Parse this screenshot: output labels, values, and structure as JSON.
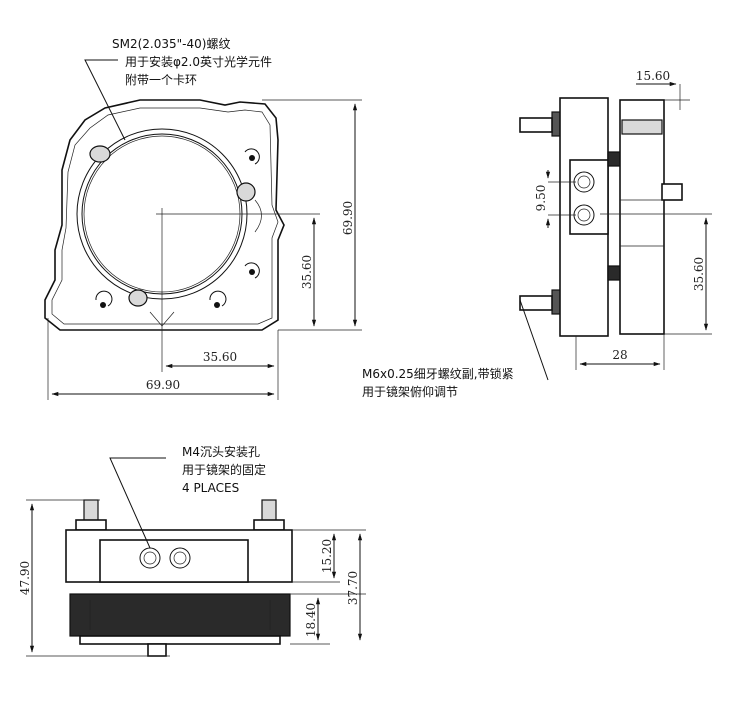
{
  "notes": {
    "thread_line1": "SM2(2.035\"-40)螺纹",
    "thread_line2": "用于安装φ2.0英寸光学元件",
    "thread_line3": "附带一个卡环",
    "screw_line1": "M6x0.25细牙螺纹副,带锁紧",
    "screw_line2": "用于镜架俯仰调节",
    "mount_line1": "M4沉头安装孔",
    "mount_line2": "用于镜架的固定",
    "mount_line3": "4 PLACES"
  },
  "dimensions": {
    "front_height": "69.90",
    "front_center_height": "35.60",
    "front_center_width": "35.60",
    "front_width": "69.90",
    "side_top": "15.60",
    "side_knob_spacing": "9.50",
    "side_center_height": "35.60",
    "side_depth": "28",
    "bottom_total_height": "47.90",
    "bottom_upper": "15.20",
    "bottom_lower": "37.70",
    "bottom_base": "18.40"
  }
}
